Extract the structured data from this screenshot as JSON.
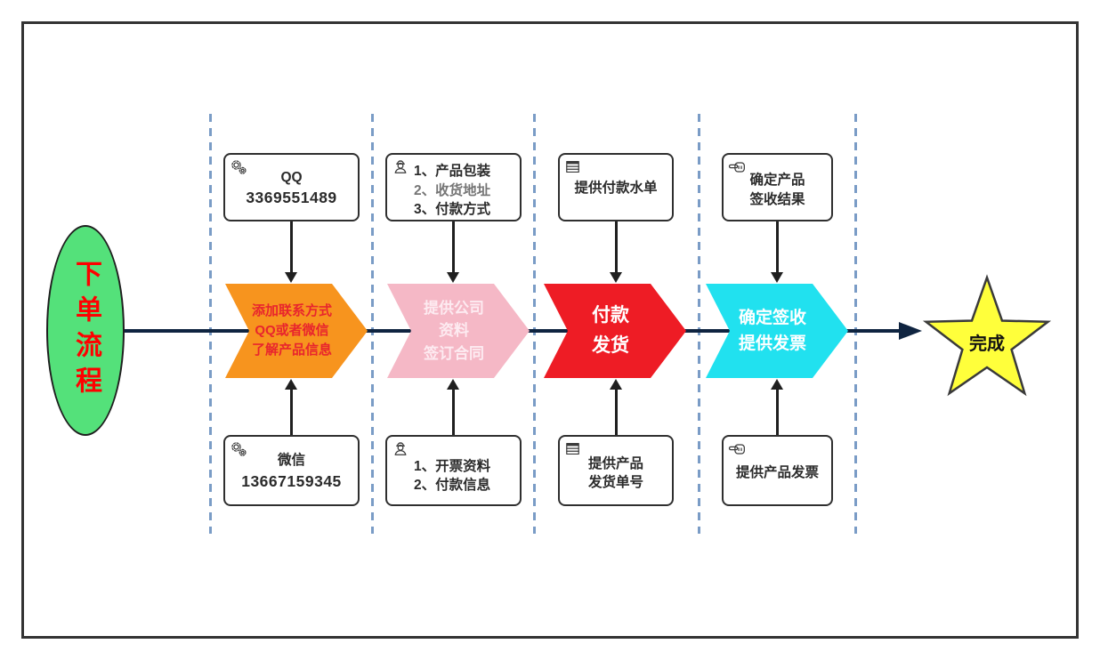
{
  "diagram": {
    "start": {
      "label": "下单流程"
    },
    "end": {
      "label": "完成"
    },
    "steps": [
      {
        "top_box": {
          "icon": "gears-icon",
          "lines": [
            "QQ",
            "3369551489"
          ]
        },
        "chevron": [
          "添加联系方式",
          "QQ或者微信",
          "了解产品信息"
        ],
        "bottom_box": {
          "icon": "gears-icon",
          "lines": [
            "微信",
            "13667159345"
          ]
        }
      },
      {
        "top_box": {
          "icon": "worker-icon",
          "lines": [
            "1、产品包装",
            "2、收货地址",
            "3、付款方式"
          ]
        },
        "chevron": [
          "提供公司",
          "资料",
          "签订合同"
        ],
        "bottom_box": {
          "icon": "worker-icon",
          "lines": [
            "1、开票资料",
            "2、付款信息"
          ]
        }
      },
      {
        "top_box": {
          "icon": "table-icon",
          "lines": [
            "提供付款水单"
          ]
        },
        "chevron": [
          "付款",
          "发货"
        ],
        "bottom_box": {
          "icon": "table-icon",
          "lines": [
            "提供产品",
            "发货单号"
          ]
        }
      },
      {
        "top_box": {
          "icon": "pointing-hand-icon",
          "lines": [
            "确定产品",
            "签收结果"
          ]
        },
        "chevron": [
          "确定签收",
          "提供发票"
        ],
        "bottom_box": {
          "icon": "pointing-hand-icon",
          "lines": [
            "提供产品发票"
          ]
        }
      }
    ],
    "colors": {
      "chevron1_bg": "#F7941E",
      "chevron1_text": "#E8252D",
      "chevron2_bg": "#F5B8C6",
      "chevron2_text": "#FDEBF1",
      "chevron3_bg": "#EE1C25",
      "chevron3_text": "#FFFFFF",
      "chevron4_bg": "#21E1EF",
      "chevron4_text": "#FFFFFF",
      "start_fill": "#54E17A",
      "start_text": "#FF0000",
      "end_fill": "#FFFF3B",
      "main_line": "#0F2440",
      "lane_divider": "#7A9CC6"
    }
  }
}
